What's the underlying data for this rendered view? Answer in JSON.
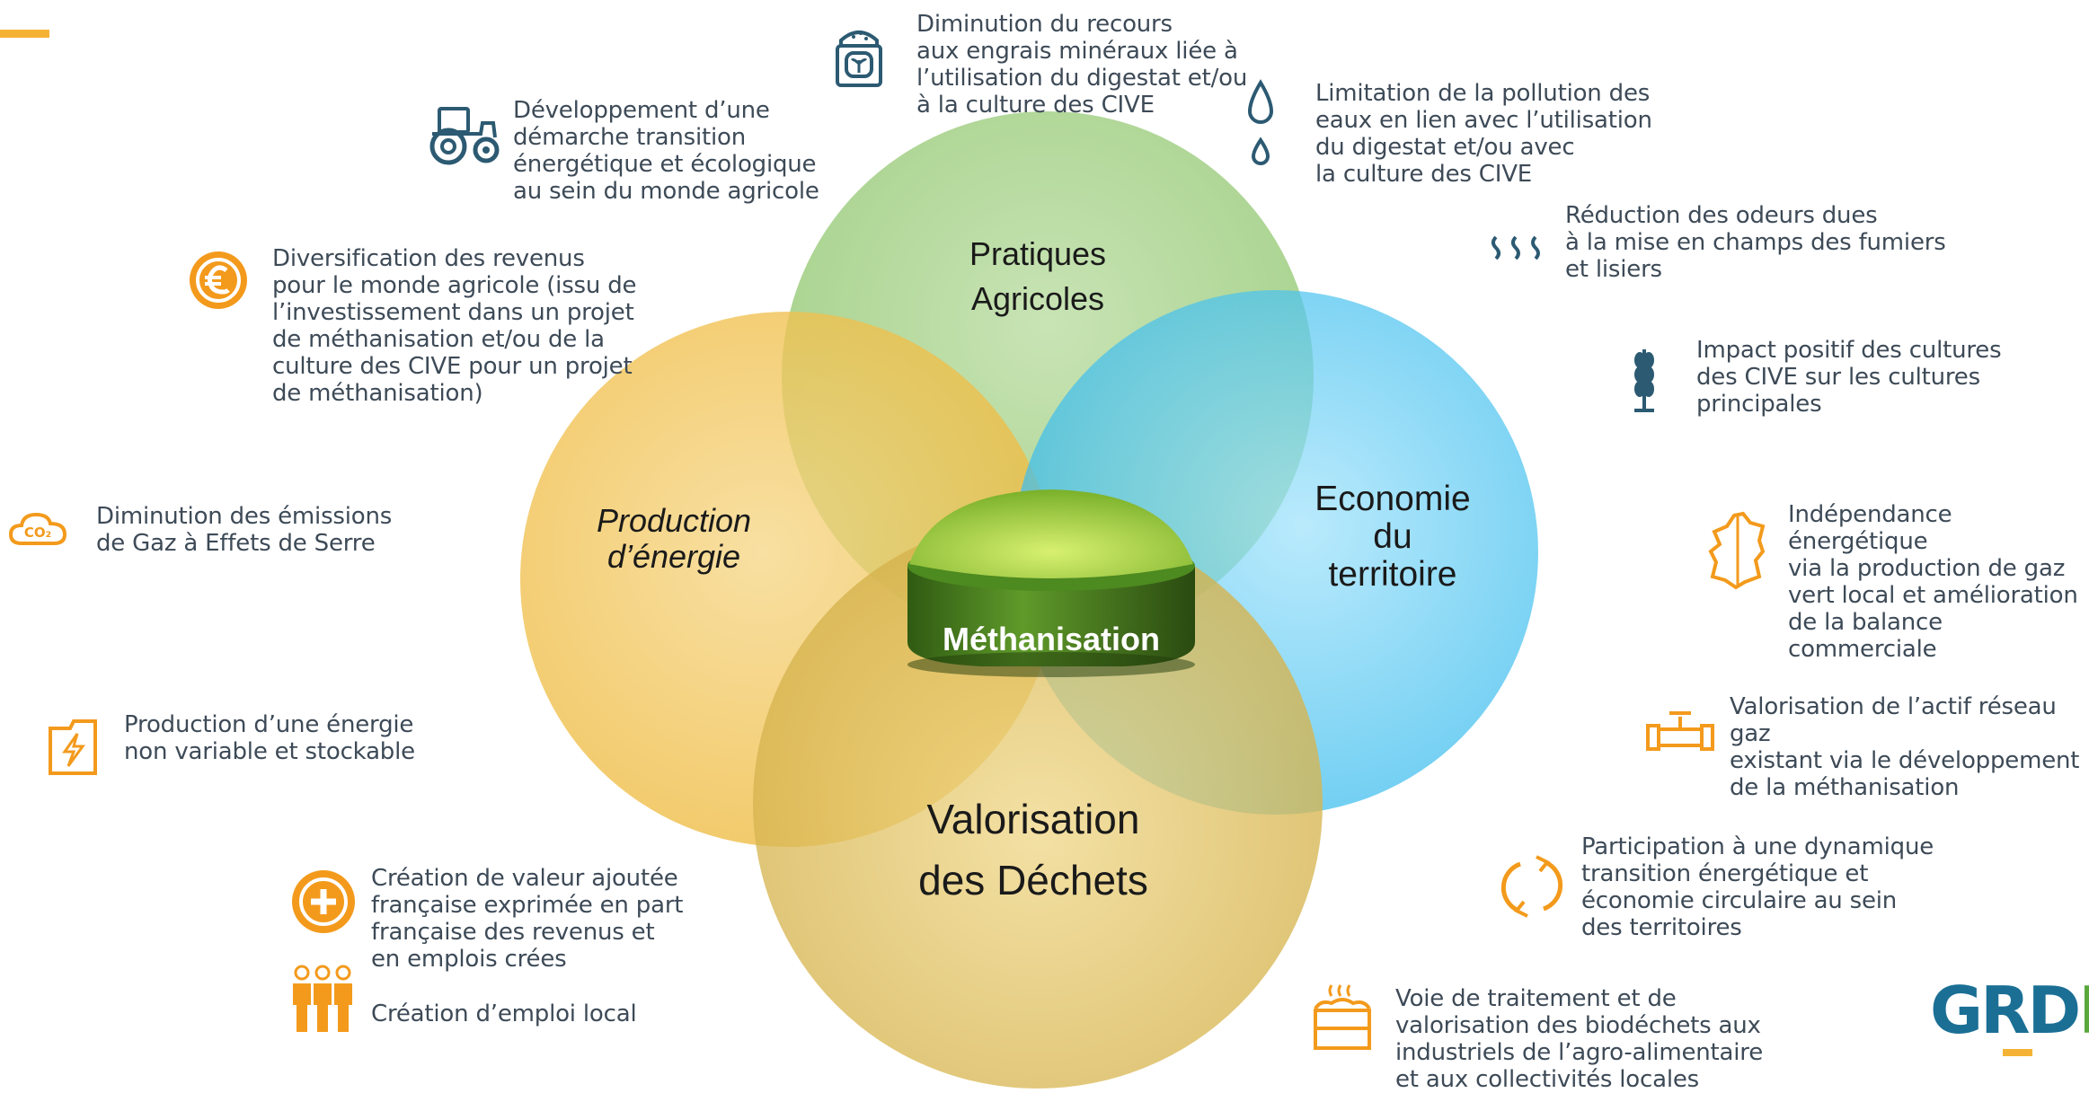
{
  "diagram": {
    "circles": {
      "pratiques": "Pratiques\nAgricoles",
      "production": "Production\nd’énergie",
      "economie": "Economie\ndu\nterritoire",
      "valorisation": "Valorisation\ndes Déchets"
    },
    "center": "Méthanisation"
  },
  "benefits": {
    "engrais": "Diminution du recours\naux engrais minéraux liée à\nl’utilisation du digestat et/ou\nà la culture des CIVE",
    "pollution": "Limitation de la pollution des\neaux en lien avec l’utilisation\ndu digestat et/ou avec\nla culture des CIVE",
    "demarche": "Développement d’une\ndémarche transition\nénergétique et écologique\nau sein du monde agricole",
    "odeurs": "Réduction des odeurs dues\nà la mise en champs des fumiers\net lisiers",
    "revenus": "Diversification des revenus\npour le monde agricole (issu de\nl’investissement dans un projet\nde méthanisation et/ou de la\nculture des CIVE pour un projet\nde méthanisation)",
    "cultures": "Impact positif des cultures\ndes CIVE sur les cultures\nprincipales",
    "emissions": "Diminution des émissions\nde Gaz à Effets de Serre",
    "independance": "Indépendance énergétique\nvia la production de gaz\nvert local et amélioration\nde la balance commerciale",
    "energie": "Production d’une énergie\nnon variable et stockable",
    "reseau": "Valorisation de l’actif réseau gaz\nexistant via le développement\nde la méthanisation",
    "valeur": "Création de valeur ajoutée\nfrançaise exprimée en part\nfrançaise des revenus et\nen emplois crées",
    "emploi": "Création d’emploi local",
    "dynamique": "Participation à une dynamique\ntransition énergétique et\néconomie circulaire au sein\ndes territoires",
    "biodechets": "Voie de traitement et de\nvalorisation des biodéchets aux\nindustriels de l’agro-alimentaire\net aux collectivités locales"
  },
  "icons": {
    "bag": "fertilizer-bag-icon",
    "drop": "water-drop-icon",
    "tractor": "tractor-icon",
    "odor": "odor-waves-icon",
    "euro": "euro-coin-icon",
    "wheat": "wheat-icon",
    "co2": "co2-cloud-icon",
    "france": "france-map-icon",
    "bolt": "battery-bolt-icon",
    "pipe": "gas-pipe-icon",
    "plus": "plus-circle-icon",
    "people": "people-icon",
    "cycle": "circular-arrows-icon",
    "waste": "waste-bin-icon"
  },
  "colors": {
    "green": "#8cc46a",
    "yellow": "#f0c04a",
    "blue": "#3ec2f0",
    "olive": "#d6b84e",
    "accent_orange": "#f39a1c",
    "icon_blue": "#2c5a72",
    "text": "#3d4a57"
  },
  "logo": {
    "text_main": "GRD",
    "text_accent": "F"
  }
}
